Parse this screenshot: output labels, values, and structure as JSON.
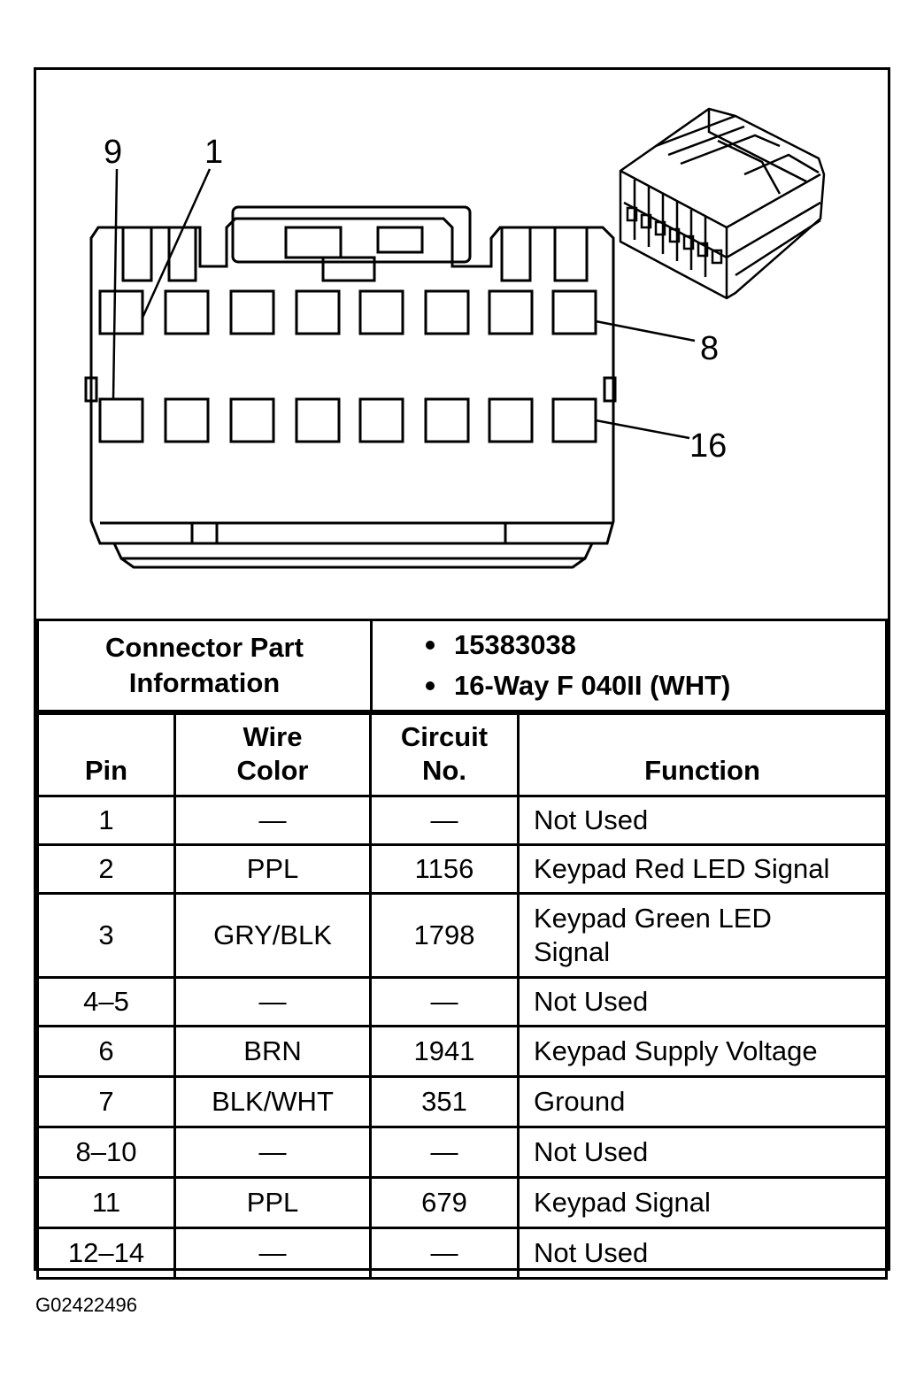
{
  "callouts": {
    "pin9": "9",
    "pin1": "1",
    "pin8": "8",
    "pin16": "16"
  },
  "connector_info": {
    "label": "Connector Part Information",
    "part_number": "15383038",
    "description": "16-Way F 040II (WHT)"
  },
  "table": {
    "headers": {
      "pin": "Pin",
      "wire_color": "Wire Color",
      "circuit_line1": "Circuit",
      "circuit_line2": "No.",
      "function": "Function"
    },
    "rows": [
      {
        "pin": "1",
        "wire_color": "—",
        "circuit": "—",
        "function": "Not Used"
      },
      {
        "pin": "2",
        "wire_color": "PPL",
        "circuit": "1156",
        "function": "Keypad Red LED Signal"
      },
      {
        "pin": "3",
        "wire_color": "GRY/BLK",
        "circuit": "1798",
        "function": "Keypad Green LED Signal"
      },
      {
        "pin": "4–5",
        "wire_color": "—",
        "circuit": "—",
        "function": "Not Used"
      },
      {
        "pin": "6",
        "wire_color": "BRN",
        "circuit": "1941",
        "function": "Keypad Supply Voltage"
      },
      {
        "pin": "7",
        "wire_color": "BLK/WHT",
        "circuit": "351",
        "function": "Ground"
      },
      {
        "pin": "8–10",
        "wire_color": "—",
        "circuit": "—",
        "function": "Not Used"
      },
      {
        "pin": "11",
        "wire_color": "PPL",
        "circuit": "679",
        "function": "Keypad Signal"
      },
      {
        "pin": "12–14",
        "wire_color": "—",
        "circuit": "—",
        "function": "Not Used"
      }
    ]
  },
  "figure_id": "G02422496"
}
